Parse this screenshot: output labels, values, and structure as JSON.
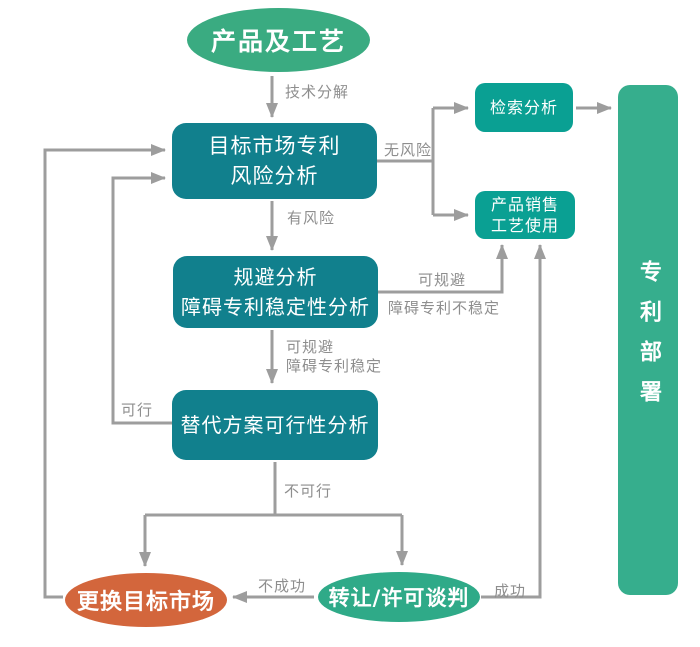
{
  "colors": {
    "teal_box": "#11808d",
    "green_box": "#0aa093",
    "green_rect": "#36ae8d",
    "green_ellipse_top": "#3aab81",
    "green_ellipse": "#2faa88",
    "orange_shape": "#d3663c",
    "line": "#9d9d9d",
    "label_text": "#8e8e8e"
  },
  "nodes": {
    "start": {
      "label": "产品及工艺"
    },
    "risk_analysis": {
      "lines": [
        "目标市场专利",
        "风险分析"
      ]
    },
    "search_analysis": {
      "label": "检索分析"
    },
    "product_sales": {
      "lines": [
        "产品销售",
        "工艺使用"
      ]
    },
    "avoid_analysis": {
      "lines": [
        "规避分析",
        "障碍专利稳定性分析"
      ]
    },
    "alternative": {
      "label": "替代方案可行性分析"
    },
    "change_market": {
      "label": "更换目标市场"
    },
    "negotiation": {
      "label": "转让/许可谈判"
    },
    "deployment": {
      "label": "专利部署"
    }
  },
  "edge_labels": {
    "tech_decomposition": "技术分解",
    "no_risk": "无风险",
    "has_risk": "有风险",
    "avoidable_right": "可规避",
    "patent_unstable": "障碍专利不稳定",
    "avoidable_down": "可规避",
    "patent_stable": "障碍专利稳定",
    "feasible": "可行",
    "not_feasible": "不可行",
    "not_successful": "不成功",
    "successful": "成功"
  }
}
